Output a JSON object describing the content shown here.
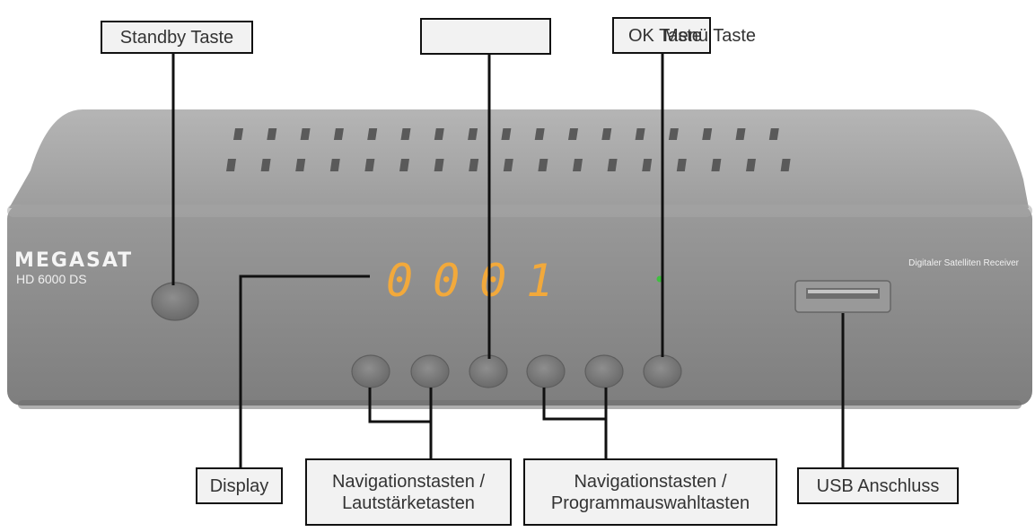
{
  "device": {
    "brand": "MEGASAT",
    "model": "HD 6000 DS",
    "display_digits": "0001",
    "subtitle": "Digitaler Satelliten Receiver"
  },
  "labels": {
    "standby": "Standby Taste",
    "top_middle": "",
    "ok": "OK Taste",
    "menu": "Menü Taste",
    "display": "Display",
    "nav_volume_line1": "Navigationstasten /",
    "nav_volume_line2": "Lautstärketasten",
    "nav_program_line1": "Navigationstasten /",
    "nav_program_line2": "Programmauswahltasten",
    "usb": "USB Anschluss"
  },
  "colors": {
    "body": "#8f8f8f",
    "body_top": "#a9a9a9",
    "display_led": "#f2a93b",
    "power_led": "#3fbf3f",
    "leader_line": "#111111"
  }
}
